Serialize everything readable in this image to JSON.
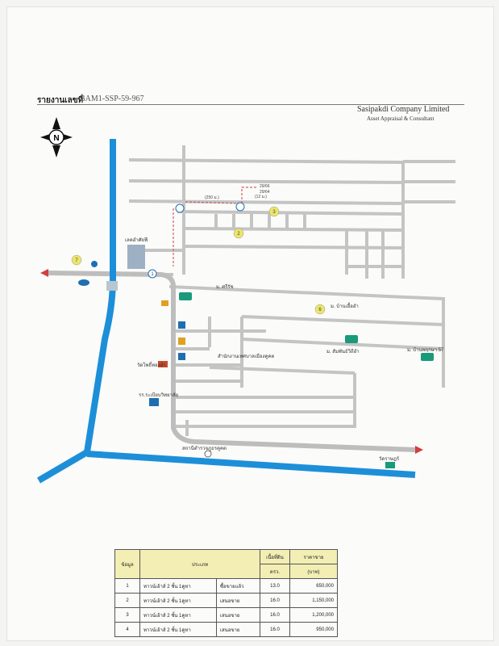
{
  "header": {
    "report_label": "รายงานเลขที่",
    "report_no": "BAM1-SSP-59-967",
    "company_name": "Sasipakdi Company Limited",
    "company_subtitle": "Asset Appraisal & Consultant"
  },
  "map": {
    "compass_letter": "N",
    "labels": {
      "village_1": "ม. บ้านเอื้ออำ",
      "village_2": "ม. สัมพันธ์วิถีอำ",
      "village_3": "ม. บ้านพฤกษา 57",
      "office": "สำนักงานเทศบาลเมืองคูคต",
      "temple_1": "วัดโพธิ์ทองอำ",
      "temple_2": "วัดราษฎร์",
      "school": "รร.ระเบียบวิทยาลัย",
      "station": "สถานีตำรวจภูธรคูคต",
      "mall": "เลคอำศัยฟี",
      "soi_main": "ม. ศรีรัช"
    },
    "distances": [
      "(250 ม.)",
      "(12 ม.)",
      "29/66",
      "29/64"
    ],
    "markers": [
      "1",
      "2",
      "3",
      "6",
      "7"
    ]
  },
  "table": {
    "headers": {
      "no": "ข้อมูล",
      "type": "ประเภท",
      "area": "เนื้อที่ดิน",
      "area_unit": "ตรว.",
      "price": "ราคาขาย",
      "price_unit": "(บาท)"
    },
    "rows": [
      {
        "no": "1",
        "type": "ทาวน์เฮ้าส์ 2 ชั้น 1คูหา",
        "status": "ซื้อขายแล้ว",
        "area": "13.0",
        "price": "650,000"
      },
      {
        "no": "2",
        "type": "ทาวน์เฮ้าส์ 2 ชั้น 1คูหา",
        "status": "เสนอขาย",
        "area": "16.0",
        "price": "1,150,000"
      },
      {
        "no": "3",
        "type": "ทาวน์เฮ้าส์ 2 ชั้น 1คูหา",
        "status": "เสนอขาย",
        "area": "16.0",
        "price": "1,200,000"
      },
      {
        "no": "4",
        "type": "ทาวน์เฮ้าส์ 2 ชั้น 1คูหา",
        "status": "เสนอขาย",
        "area": "16.0",
        "price": "950,000"
      }
    ]
  },
  "colors": {
    "main_road": "#1d8fd8",
    "soi_road": "#c4c4c4",
    "accent": "#b07a98",
    "marker": "#ece56a",
    "table_header": "#f3eeb4"
  }
}
